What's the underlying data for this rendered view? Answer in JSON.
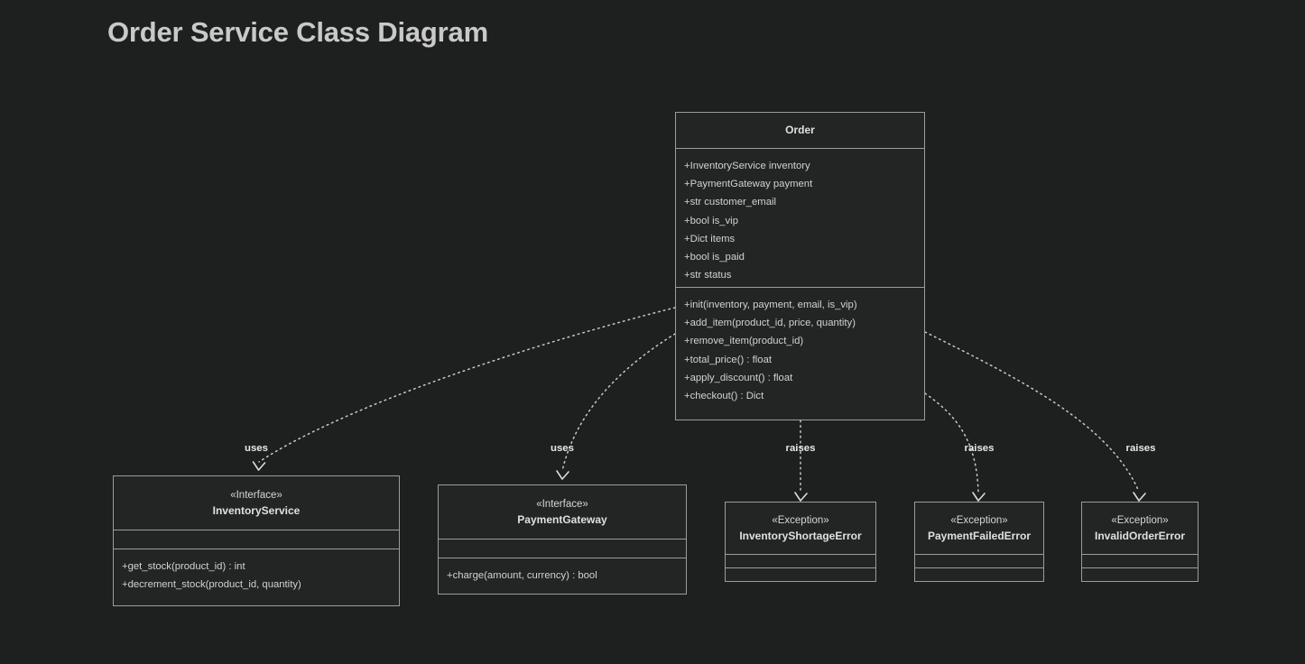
{
  "title": "Order Service Class Diagram",
  "theme": {
    "background": "#1e1f1f",
    "box_fill": "#232424",
    "border": "#9c9c9c",
    "text": "#d2d2d2",
    "title_text": "#c9c9c9",
    "edge": "#c8c8c8"
  },
  "diagram": {
    "type": "uml-class-diagram",
    "classes": [
      {
        "id": "order",
        "name": "Order",
        "stereotype": "",
        "attributes": [
          "+InventoryService inventory",
          "+PaymentGateway payment",
          "+str customer_email",
          "+bool is_vip",
          "+Dict items",
          "+bool is_paid",
          "+str status"
        ],
        "methods": [
          "+init(inventory, payment, email, is_vip)",
          "+add_item(product_id, price, quantity)",
          "+remove_item(product_id)",
          "+total_price() : float",
          "+apply_discount() : float",
          "+checkout() : Dict"
        ]
      },
      {
        "id": "inventory-service",
        "name": "InventoryService",
        "stereotype": "«Interface»",
        "attributes": [],
        "methods": [
          "+get_stock(product_id) : int",
          "+decrement_stock(product_id, quantity)"
        ]
      },
      {
        "id": "payment-gateway",
        "name": "PaymentGateway",
        "stereotype": "«Interface»",
        "attributes": [],
        "methods": [
          "+charge(amount, currency) : bool"
        ]
      },
      {
        "id": "inventory-shortage-error",
        "name": "InventoryShortageError",
        "stereotype": "«Exception»",
        "attributes": [],
        "methods": []
      },
      {
        "id": "payment-failed-error",
        "name": "PaymentFailedError",
        "stereotype": "«Exception»",
        "attributes": [],
        "methods": []
      },
      {
        "id": "invalid-order-error",
        "name": "InvalidOrderError",
        "stereotype": "«Exception»",
        "attributes": [],
        "methods": []
      }
    ],
    "relations": [
      {
        "id": "rel-uses-inventory",
        "from": "order",
        "to": "inventory-service",
        "label": "uses",
        "kind": "dependency"
      },
      {
        "id": "rel-uses-payment",
        "from": "order",
        "to": "payment-gateway",
        "label": "uses",
        "kind": "dependency"
      },
      {
        "id": "rel-raises-shortage",
        "from": "order",
        "to": "inventory-shortage-error",
        "label": "raises",
        "kind": "dependency"
      },
      {
        "id": "rel-raises-payment-failed",
        "from": "order",
        "to": "payment-failed-error",
        "label": "raises",
        "kind": "dependency"
      },
      {
        "id": "rel-raises-invalid-order",
        "from": "order",
        "to": "invalid-order-error",
        "label": "raises",
        "kind": "dependency"
      }
    ]
  }
}
